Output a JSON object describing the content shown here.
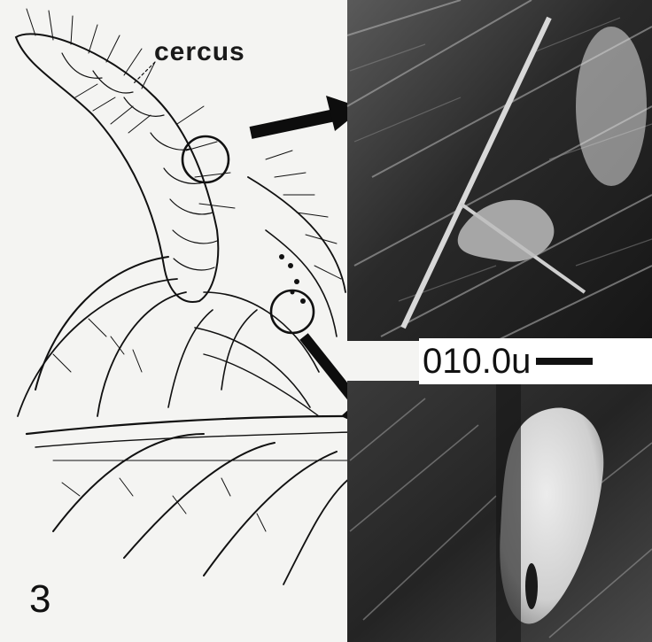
{
  "figure": {
    "panel_number": "3",
    "drawing_label": "cercus",
    "micrograph": {
      "scale_label": "010.0u"
    }
  },
  "colors": {
    "ink": "#111111",
    "paper": "#f4f4f2",
    "sem_dark": "#1c1c1c",
    "sem_light": "#d9d9d9"
  }
}
